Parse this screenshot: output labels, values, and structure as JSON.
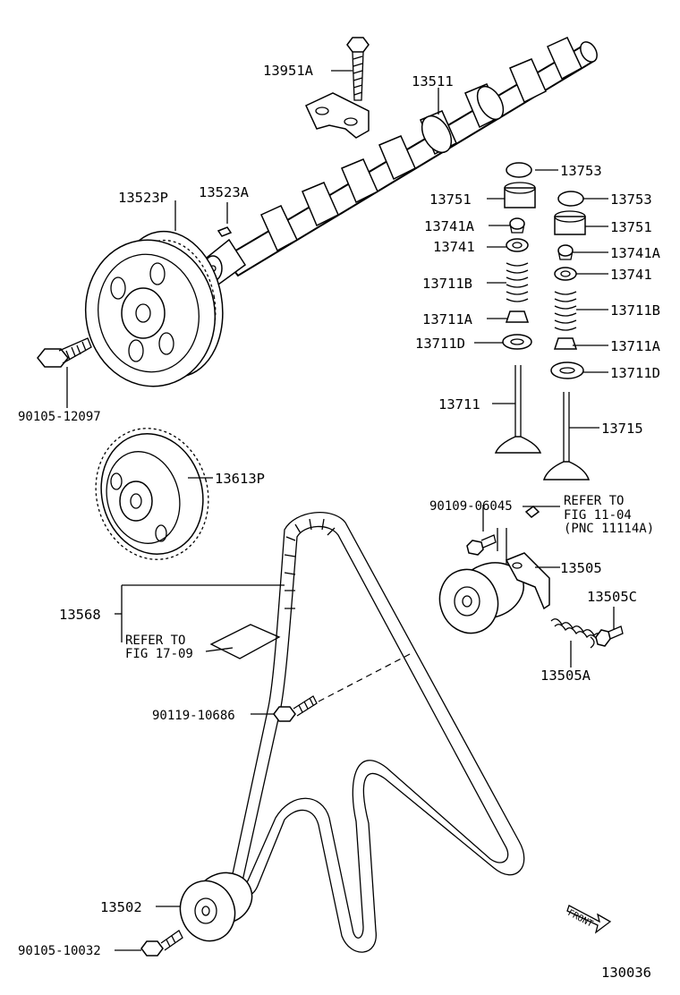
{
  "figure_number": "130036",
  "front_label": "FRONT",
  "callouts": {
    "c_13951A": "13951A",
    "c_13511": "13511",
    "c_13753_a": "13753",
    "c_13753_b": "13753",
    "c_13751_a": "13751",
    "c_13751_b": "13751",
    "c_13741A_a": "13741A",
    "c_13741A_b": "13741A",
    "c_13741_a": "13741",
    "c_13741_b": "13741",
    "c_13711B_a": "13711B",
    "c_13711B_b": "13711B",
    "c_13711A_a": "13711A",
    "c_13711A_b": "13711A",
    "c_13711D_a": "13711D",
    "c_13711D_b": "13711D",
    "c_13711": "13711",
    "c_13715": "13715",
    "c_13523P": "13523P",
    "c_13523A": "13523A",
    "c_90105_12097": "90105-12097",
    "c_13613P": "13613P",
    "c_90109_06045": "90109-06045",
    "c_13505": "13505",
    "c_13505C": "13505C",
    "c_13505A": "13505A",
    "c_13568": "13568",
    "c_90119_10686": "90119-10686",
    "c_13502": "13502",
    "c_90105_10032": "90105-10032"
  },
  "references": {
    "ref_tensioner_1": "REFER TO",
    "ref_tensioner_2": "FIG 11-04",
    "ref_tensioner_3": "(PNC 11114A)",
    "ref_belt_1": "REFER TO",
    "ref_belt_2": "FIG 17-09"
  }
}
